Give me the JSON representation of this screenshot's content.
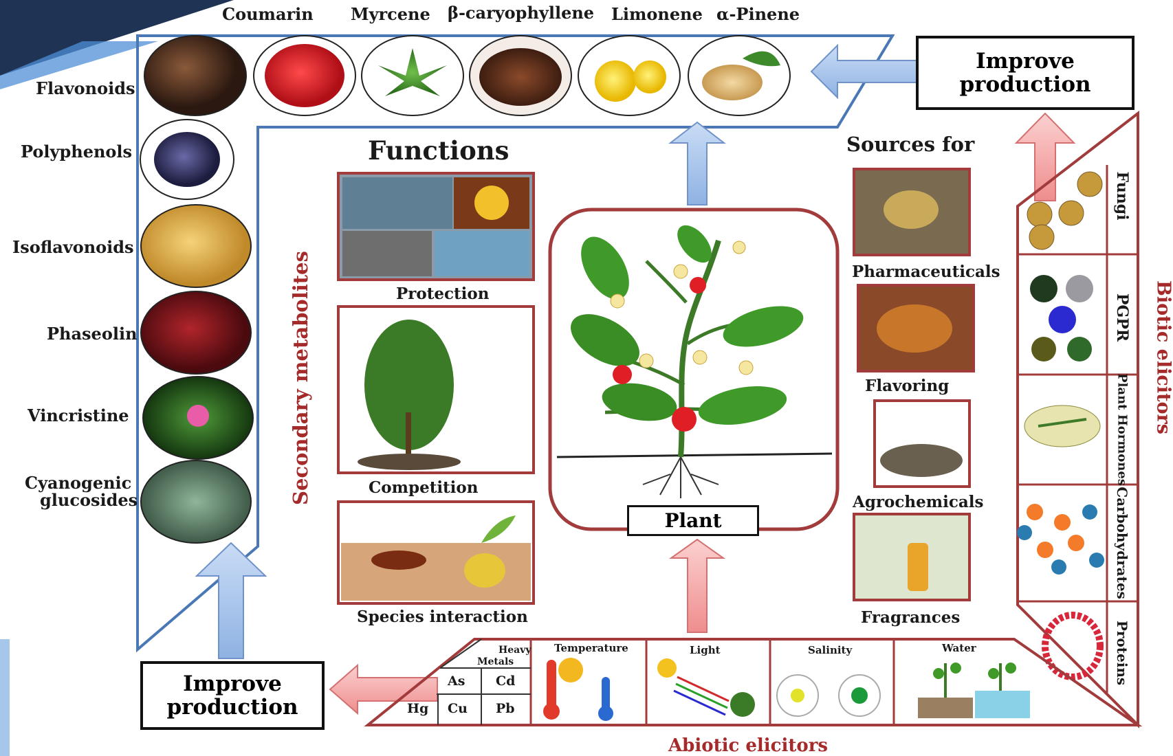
{
  "top_compounds": [
    "Coumarin",
    "Myrcene",
    "β-caryophyllene",
    "Limonene",
    "α-Pinene"
  ],
  "left_compounds": [
    "Flavonoids",
    "Polyphenols",
    "Isoflavonoids",
    "Phaseolin",
    "Vincristine",
    "Cyanogenic",
    "glucosides"
  ],
  "secondary_metabolites": "Secondary metabolites",
  "functions": {
    "title": "Functions",
    "items": [
      "Protection",
      "Competition",
      "Species interaction"
    ]
  },
  "sources": {
    "title": "Sources for",
    "items": [
      "Pharmaceuticals",
      "Flavoring",
      "Agrochemicals",
      "Fragrances"
    ]
  },
  "plant_label": "Plant",
  "improve_top": [
    "Improve",
    "production"
  ],
  "improve_bottom": [
    "Improve",
    "production"
  ],
  "biotic": {
    "title": "Biotic elicitors",
    "items": [
      "Fungi",
      "PGPR",
      "Plant Hormones",
      "Carbohydrates",
      "Proteins"
    ]
  },
  "abiotic": {
    "title": "Abiotic elicitors",
    "heavy_metals": [
      "Heavy",
      "Metals"
    ],
    "metals": [
      "As",
      "Cd",
      "Hg",
      "Cu",
      "Pb"
    ],
    "items": [
      "Temperature",
      "Light",
      "Salinity",
      "Water"
    ]
  },
  "colors": {
    "frame_blue": "#4a78b5",
    "frame_red": "#a23b3b",
    "arrow_blue": "#a9c6ec",
    "arrow_pink": "#f3a9a9",
    "label_red": "#a52a2a"
  }
}
